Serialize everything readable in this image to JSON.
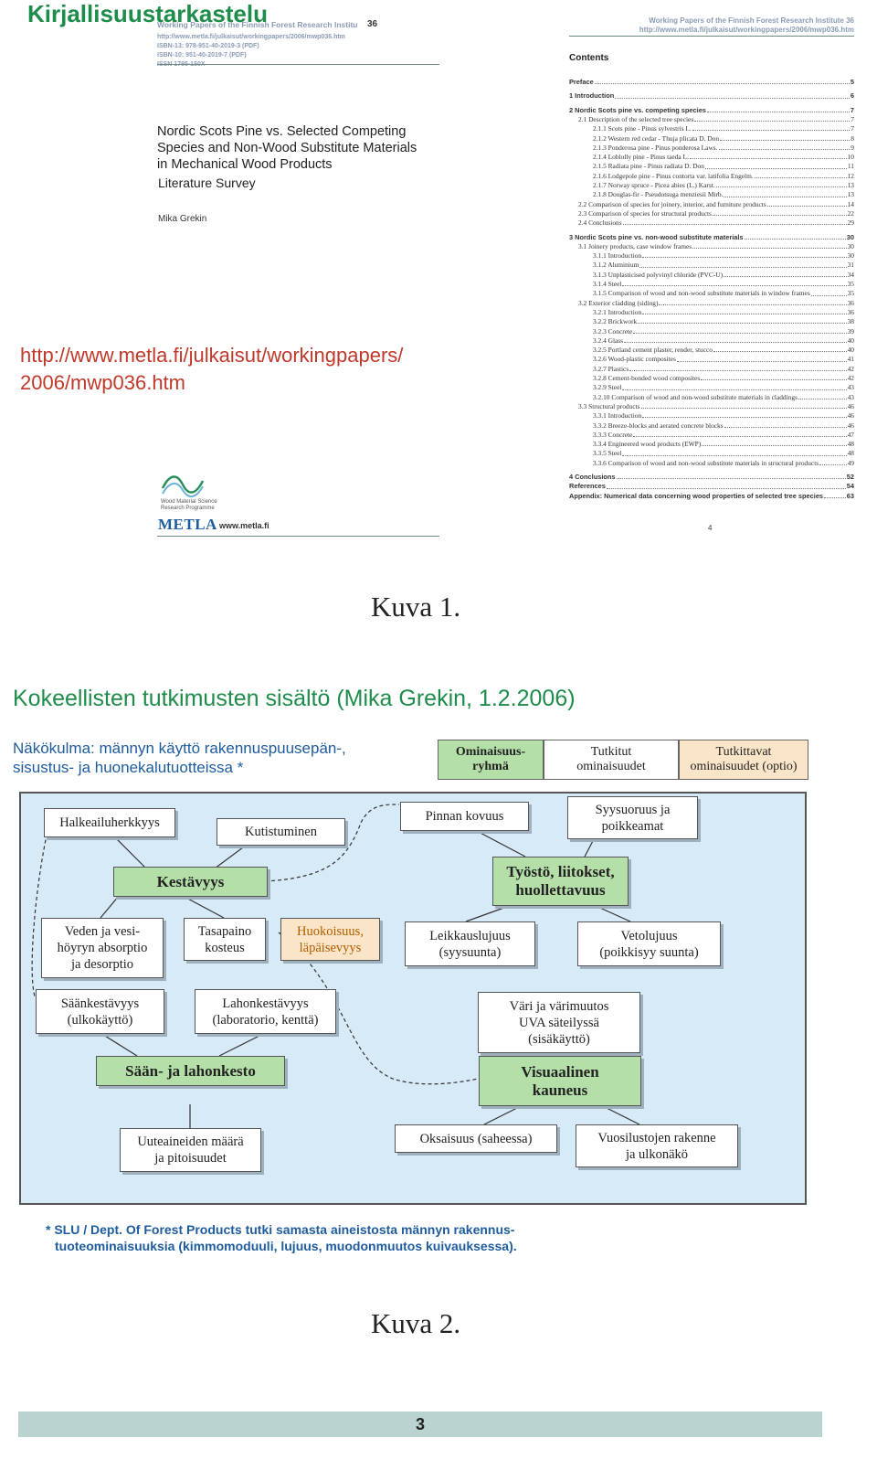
{
  "page": {
    "title": "Kirjallisuustarkastelu",
    "page_number": "3"
  },
  "cover": {
    "series": "Working Papers of the Finnish Forest Research Institute",
    "number": "36",
    "meta": [
      "http://www.metla.fi/julkaisut/workingpapers/2006/mwp036.htm",
      "ISBN-13: 978-951-40-2019-3 (PDF)",
      "ISBN-10: 951-40-2019-7 (PDF)",
      "ISSN 1795-150X"
    ],
    "title_lines": [
      "Nordic Scots Pine vs. Selected Competing",
      "Species and Non-Wood Substitute Materials",
      "in Mechanical Wood Products"
    ],
    "subtitle": "Literature Survey",
    "author": "Mika Grekin",
    "logo_text": [
      "Wood Material Science",
      "Research Programme"
    ],
    "metla": "METLA",
    "metla_url": "www.metla.fi"
  },
  "url_lines": [
    "http://www.metla.fi/julkaisut/workingpapers/",
    "2006/mwp036.htm"
  ],
  "toc": {
    "header_lines": [
      "Working Papers of the Finnish Forest Research Institute 36",
      "http://www.metla.fi/julkaisut/workingpapers/2006/mwp036.htm"
    ],
    "title": "Contents",
    "page_footer": "4",
    "entries": [
      {
        "t": "Preface",
        "p": "5",
        "lvl": 0,
        "b": true,
        "gap": 0
      },
      {
        "t": "1  Introduction",
        "p": "6",
        "lvl": 0,
        "b": true,
        "gap": 5
      },
      {
        "t": "2  Nordic Scots pine vs. competing species",
        "p": "7",
        "lvl": 0,
        "b": true,
        "gap": 5
      },
      {
        "t": "2.1  Description of the selected tree species",
        "p": "7",
        "lvl": 1,
        "gap": 0
      },
      {
        "t": "2.1.1  Scots pine - Pinus sylvestris L.",
        "p": "7",
        "lvl": 2,
        "gap": 0
      },
      {
        "t": "2.1.2  Western red cedar - Thuja plicata D. Don",
        "p": "8",
        "lvl": 2,
        "gap": 0
      },
      {
        "t": "2.1.3  Ponderosa pine - Pinus ponderosa Laws.",
        "p": "9",
        "lvl": 2,
        "gap": 0
      },
      {
        "t": "2.1.4  Loblolly pine - Pinus taeda L.",
        "p": "10",
        "lvl": 2,
        "gap": 0
      },
      {
        "t": "2.1.5  Radiata pine - Pinus radiata D. Don",
        "p": "11",
        "lvl": 2,
        "gap": 0
      },
      {
        "t": "2.1.6  Lodgepole pine - Pinus contorta var. latifolia Engelm.",
        "p": "12",
        "lvl": 2,
        "gap": 0
      },
      {
        "t": "2.1.7  Norway spruce - Picea abies (L.) Karst.",
        "p": "13",
        "lvl": 2,
        "gap": 0
      },
      {
        "t": "2.1.8  Douglas-fir - Pseudotsuga menziesii Mirb.",
        "p": "13",
        "lvl": 2,
        "gap": 0
      },
      {
        "t": "2.2  Comparison of species for joinery, interior, and furniture products",
        "p": "14",
        "lvl": 1,
        "gap": 0
      },
      {
        "t": "2.3  Comparison of species for structural products",
        "p": "22",
        "lvl": 1,
        "gap": 0
      },
      {
        "t": "2.4  Conclusions",
        "p": "29",
        "lvl": 1,
        "gap": 0
      },
      {
        "t": "3  Nordic Scots pine vs. non-wood substitute materials",
        "p": "30",
        "lvl": 0,
        "b": true,
        "gap": 5
      },
      {
        "t": "3.1  Joinery products, case window frames",
        "p": "30",
        "lvl": 1,
        "gap": 0
      },
      {
        "t": "3.1.1  Introduction",
        "p": "30",
        "lvl": 2,
        "gap": 0
      },
      {
        "t": "3.1.2  Aluminium",
        "p": "31",
        "lvl": 2,
        "gap": 0
      },
      {
        "t": "3.1.3  Unplasticised polyvinyl chloride (PVC-U)",
        "p": "34",
        "lvl": 2,
        "gap": 0
      },
      {
        "t": "3.1.4  Steel",
        "p": "35",
        "lvl": 2,
        "gap": 0
      },
      {
        "t": "3.1.5  Comparison of wood and non-wood substitute materials in window frames",
        "p": "35",
        "lvl": 2,
        "gap": 0
      },
      {
        "t": "3.2  Exterior cladding (siding)",
        "p": "36",
        "lvl": 1,
        "gap": 0
      },
      {
        "t": "3.2.1  Introduction",
        "p": "36",
        "lvl": 2,
        "gap": 0
      },
      {
        "t": "3.2.2  Brickwork",
        "p": "38",
        "lvl": 2,
        "gap": 0
      },
      {
        "t": "3.2.3  Concrete",
        "p": "39",
        "lvl": 2,
        "gap": 0
      },
      {
        "t": "3.2.4  Glass",
        "p": "40",
        "lvl": 2,
        "gap": 0
      },
      {
        "t": "3.2.5  Portland cement plaster, render, stucco",
        "p": "40",
        "lvl": 2,
        "gap": 0
      },
      {
        "t": "3.2.6  Wood-plastic composites",
        "p": "41",
        "lvl": 2,
        "gap": 0
      },
      {
        "t": "3.2.7  Plastics",
        "p": "42",
        "lvl": 2,
        "gap": 0
      },
      {
        "t": "3.2.8  Cement-bonded wood composites",
        "p": "42",
        "lvl": 2,
        "gap": 0
      },
      {
        "t": "3.2.9  Steel",
        "p": "43",
        "lvl": 2,
        "gap": 0
      },
      {
        "t": "3.2.10 Comparison of wood and non-wood substitute materials in claddings",
        "p": "43",
        "lvl": 2,
        "gap": 0
      },
      {
        "t": "3.3  Structural products",
        "p": "46",
        "lvl": 1,
        "gap": 0
      },
      {
        "t": "3.3.1  Introduction",
        "p": "46",
        "lvl": 2,
        "gap": 0
      },
      {
        "t": "3.3.2  Breeze-blocks and aerated concrete blocks",
        "p": "46",
        "lvl": 2,
        "gap": 0
      },
      {
        "t": "3.3.3  Concrete",
        "p": "47",
        "lvl": 2,
        "gap": 0
      },
      {
        "t": "3.3.4  Engineered wood products (EWP)",
        "p": "48",
        "lvl": 2,
        "gap": 0
      },
      {
        "t": "3.3.5  Steel",
        "p": "48",
        "lvl": 2,
        "gap": 0
      },
      {
        "t": "3.3.6  Comparison of wood and non-wood substitute materials in structural products",
        "p": "49",
        "lvl": 2,
        "gap": 0
      },
      {
        "t": "4  Conclusions",
        "p": "52",
        "lvl": 0,
        "b": true,
        "gap": 5
      },
      {
        "t": "References",
        "p": "54",
        "lvl": 0,
        "b": true,
        "gap": 0
      },
      {
        "t": "Appendix: Numerical data concerning wood properties of selected tree species",
        "p": "63",
        "lvl": 0,
        "b": true,
        "gap": 0
      }
    ]
  },
  "caption1": "Kuva 1.",
  "section_title": "Kokeellisten tutkimusten sisältö (Mika Grekin, 1.2.2006)",
  "viewpoint_lines": [
    "Näkökulma: männyn käyttö rakennuspuusepän-,",
    "sisustus- ja huonekalutuotteissa *"
  ],
  "legend": {
    "group": "Ominaisuus-\nryhmä",
    "studied": "Tutkitut\nominaisuudet",
    "optional": "Tutkittavat\nominaisuudet (optio)"
  },
  "diagram": {
    "halkeailu": "Halkeailuherkkyys",
    "kutistuminen": "Kutistuminen",
    "pinnan_kovuus": "Pinnan kovuus",
    "syysuoruus": "Syysuoruus ja\npoikkeamat",
    "kestavyys": "Kestävyys",
    "tyosto": "Työstö, liitokset,\nhuollettavuus",
    "veden": "Veden ja vesi-\nhöyryn absorptio\nja desorptio",
    "tasapaino": "Tasapaino\nkosteus",
    "huokoisuus": "Huokoisuus,\nläpäisevyys",
    "leikkaus": "Leikkauslujuus\n(syysuunta)",
    "vetolujuus": "Vetolujuus\n(poikkisyy suunta)",
    "saankestavyys": "Säänkestävyys\n(ulkokäyttö)",
    "lahonkestavyys": "Lahonkestävyys\n(laboratorio, kenttä)",
    "vari": "Väri ja värimuutos\nUVA säteilyssä\n(sisäkäyttö)",
    "saan_laho": "Sään- ja lahonkesto",
    "visuaalinen": "Visuaalinen\nkauneus",
    "uuteaineiden": "Uuteaineiden määrä\nja pitoisuudet",
    "oksaisuus": "Oksaisuus (saheessa)",
    "vuosilustojen": "Vuosilustojen rakenne\nja ulkonäkö"
  },
  "footnote_lines": [
    "* SLU / Dept. Of Forest Products tutki samasta aineistosta männyn rakennus-",
    "tuoteominaisuuksia (kimmomoduuli, lujuus, muodonmuutos kuivauksessa)."
  ],
  "caption2": "Kuva 2.",
  "colors": {
    "title_green": "#1e8c4a",
    "link_blue": "#1e5c9e",
    "url_red": "#c0392b",
    "group_green": "#b5dfa9",
    "optional_orange": "#fbe5c8",
    "diagram_bg": "#d6eaf8"
  }
}
